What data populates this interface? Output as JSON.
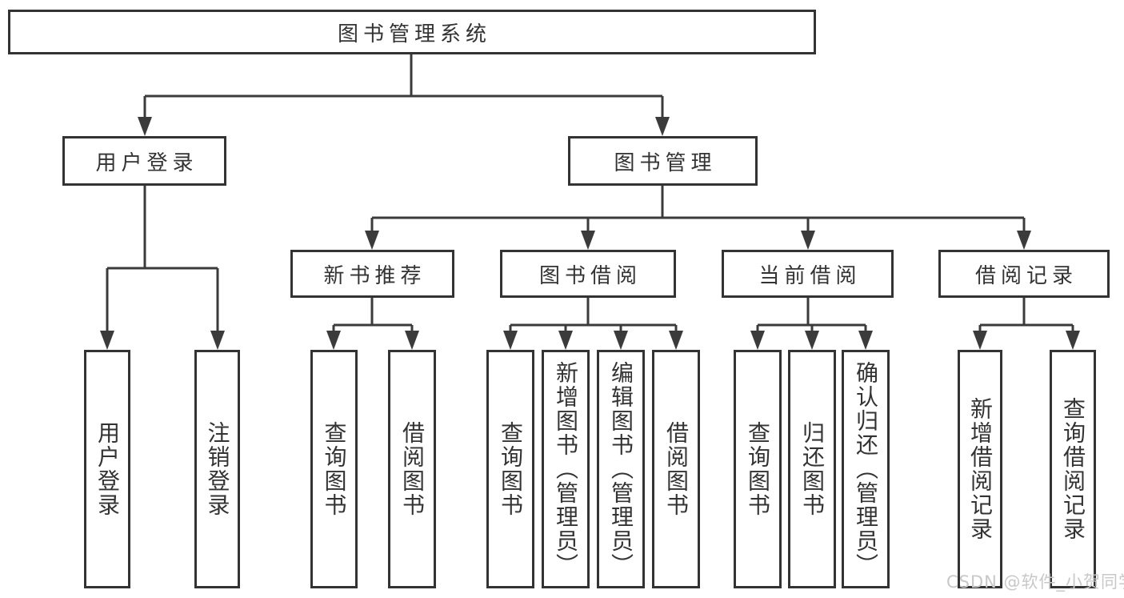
{
  "diagram": {
    "root": {
      "label": "图书管理系统"
    },
    "branches": [
      {
        "label": "用户登录",
        "children": [
          {
            "label": "用户登录"
          },
          {
            "label": "注销登录"
          }
        ]
      },
      {
        "label": "图书管理",
        "children": [
          {
            "label": "新书推荐",
            "children": [
              {
                "label": "查询图书"
              },
              {
                "label": "借阅图书"
              }
            ]
          },
          {
            "label": "图书借阅",
            "children": [
              {
                "label": "查询图书"
              },
              {
                "label": "新增图书（管理员）"
              },
              {
                "label": "编辑图书（管理员）"
              },
              {
                "label": "借阅图书"
              }
            ]
          },
          {
            "label": "当前借阅",
            "children": [
              {
                "label": "查询图书"
              },
              {
                "label": "归还图书"
              },
              {
                "label": "确认归还（管理员）"
              }
            ]
          },
          {
            "label": "借阅记录",
            "children": [
              {
                "label": "新增借阅记录"
              },
              {
                "label": "查询借阅记录"
              }
            ]
          }
        ]
      }
    ]
  },
  "watermark": {
    "text": "CSDN @软件_小贺同学",
    "color": "#c8c8c8"
  },
  "colors": {
    "line": "#3b3b3b",
    "box_border": "#333333",
    "box_fill": "#ffffff",
    "text": "#333333",
    "background": "#ffffff"
  }
}
